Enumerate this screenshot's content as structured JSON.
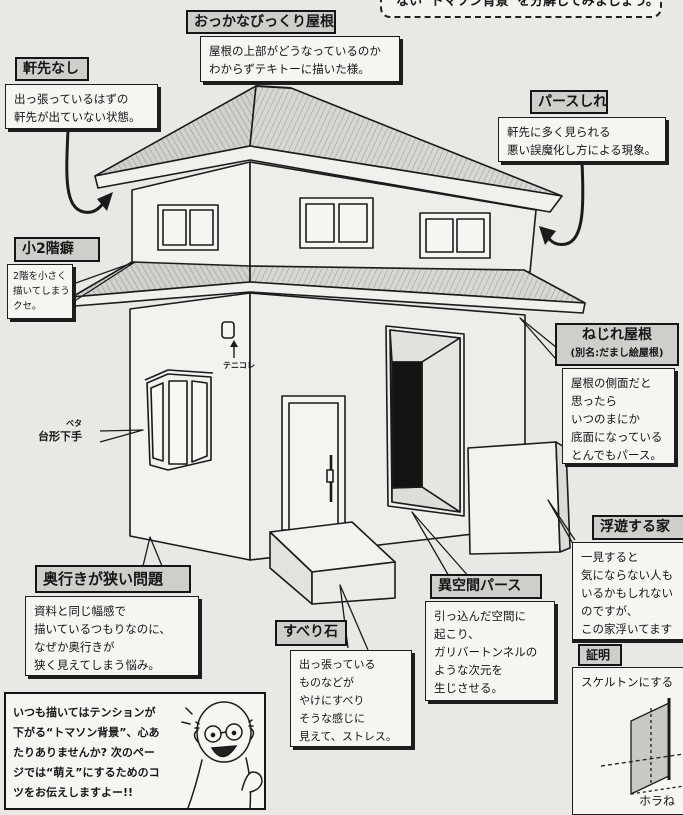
{
  "header_note": "ない“トマソン背景”を分解してみましょう。",
  "colors": {
    "paper": "#e9e8e4",
    "ink": "#161616",
    "label_fill": "#cfcecb",
    "box_fill": "#f6f5f2"
  },
  "callouts": {
    "okkanabikkuri": {
      "title": "おっかなびっくり屋根",
      "lines": [
        "屋根の上部がどうなっているのか",
        "わからずテキトーに描いた様。"
      ]
    },
    "nokisaki_nashi": {
      "title": "軒先なし",
      "lines": [
        "出っ張っているはずの",
        "軒先が出ていない状態。"
      ]
    },
    "perse_shirezu": {
      "title": "パースしれず",
      "lines": [
        "軒先に多く見られる",
        "悪い誤魔化し方による現象。"
      ]
    },
    "sho_nikai": {
      "title": "小2階癖",
      "lines": [
        "2階を小さく",
        "描いてしまう",
        "クセ。"
      ]
    },
    "nejire_yane": {
      "title": "ねじれ屋根",
      "subtitle": "(別名:だまし絵屋根)",
      "lines": [
        "屋根の側面だと",
        "思ったら",
        "いつのまにか",
        "底面になっている",
        "とんでもパース。"
      ]
    },
    "fuyu_suru_ie": {
      "title": "浮遊する家",
      "lines": [
        "一見すると",
        "気にならない人も",
        "いるかもしれない",
        "のですが、",
        "この家浮いてます"
      ]
    },
    "okuyuki": {
      "title": "奥行きが狭い問題",
      "lines": [
        "資料と同じ幅感で",
        "描いているつもりなのに、",
        "なぜか奥行きが",
        "狭く見えてしまう悩み。"
      ]
    },
    "suberi_ishi": {
      "title": "すべり石",
      "lines": [
        "出っ張っている",
        "ものなどが",
        "やけにすべり",
        "そうな感じに",
        "見えて、ストレス。"
      ]
    },
    "ikukan_perse": {
      "title": "異空間パース",
      "lines": [
        "引っ込んだ空間に",
        "起こり、",
        "ガリバートンネルの",
        "ような次元を",
        "生じさせる。"
      ]
    }
  },
  "labels": {
    "daikei_heta": {
      "text": "台形下手",
      "ruby": "ベタ"
    },
    "tenikore": "テニコレ"
  },
  "proof": {
    "title": "証明",
    "text": "スケルトンにする",
    "caption": "ホラね"
  },
  "intro_box": {
    "lines": [
      "いつも描いてはテンションが",
      "下がる“トマソン背景”、心あ",
      "たりありませんか? 次のペー",
      "ジでは“萌え”にするためのコ",
      "ツをお伝えしますよー!!"
    ]
  }
}
